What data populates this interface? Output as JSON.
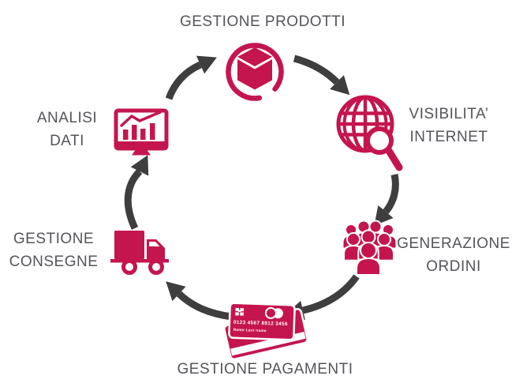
{
  "diagram": {
    "type": "cycle",
    "stages": [
      {
        "label": "GESTIONE PRODOTTI",
        "icon": "package-icon"
      },
      {
        "label": "VISIBILITA’ INTERNET",
        "icon": "globe-search-icon"
      },
      {
        "label": "GENERAZIONE ORDINI",
        "icon": "crowd-icon"
      },
      {
        "label": "GESTIONE PAGAMENTI",
        "icon": "credit-cards-icon"
      },
      {
        "label": "GESTIONE CONSEGNE",
        "icon": "truck-icon"
      },
      {
        "label": "ANALISI DATI",
        "icon": "monitor-chart-icon"
      }
    ],
    "card": {
      "number": "0123 4567 8912 3456",
      "holder": "Name Last name"
    },
    "colors": {
      "accent": "#C4154E",
      "arrow": "#3E3E3E",
      "label": "#54555A",
      "background": "#FFFFFF"
    }
  }
}
